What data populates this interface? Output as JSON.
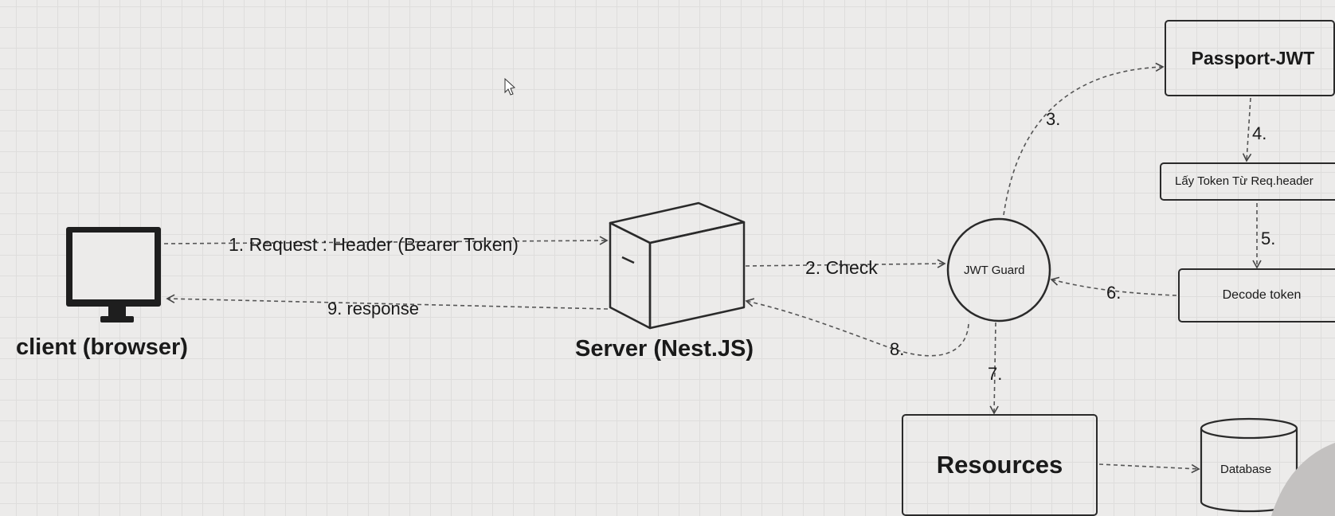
{
  "nodes": {
    "client": "client (browser)",
    "server": "Server (Nest.JS)",
    "jwt_guard": "JWT Guard",
    "passport": "Passport-JWT",
    "lay_token": "Lấy Token Từ Req.header",
    "decode": "Decode token",
    "resources": "Resources",
    "database": "Database"
  },
  "edges": {
    "e1": "1. Request : Header (Bearer Token)",
    "e2": "2. Check",
    "e3": "3.",
    "e4": "4.",
    "e5": "5.",
    "e6": "6.",
    "e7": "7.",
    "e8": "8.",
    "e9": "9. response"
  },
  "colors": {
    "background": "#ecebea",
    "grid": "#dedddc",
    "stroke": "#2a2a2a",
    "text": "#1a1a1a"
  }
}
